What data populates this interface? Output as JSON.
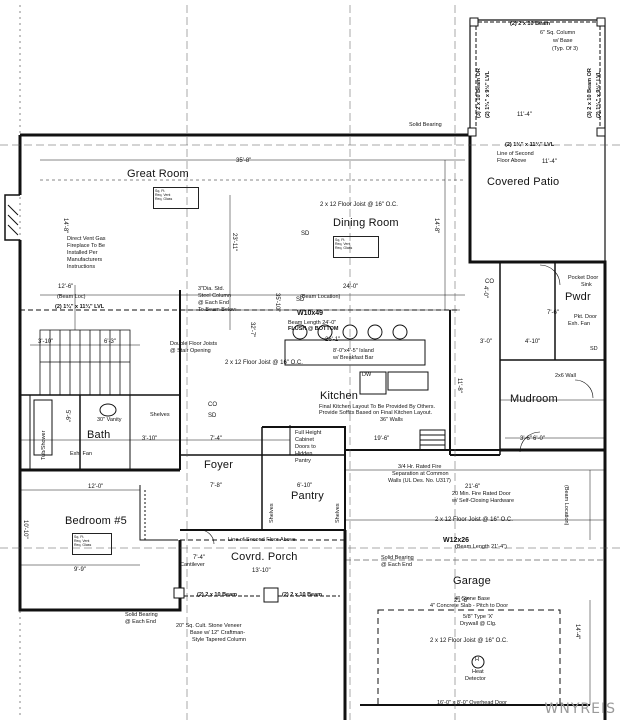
{
  "rooms": {
    "great_room": "Great Room",
    "dining_room": "Dining Room",
    "covered_patio": "Covered Patio",
    "kitchen": "Kitchen",
    "mudroom": "Mudroom",
    "pwdr": "Pwdr",
    "bath": "Bath",
    "foyer": "Foyer",
    "pantry": "Pantry",
    "bedroom5": "Bedroom #5",
    "covrd_porch": "Covrd. Porch",
    "garage": "Garage",
    "sd_1": "SD",
    "sd_2": "SD",
    "sd_3": "SD",
    "co_1": "CO",
    "co_2": "CO"
  },
  "beams": {
    "beam_top_1": "(2) 2 x 10 Beam",
    "beam_top_col": "6\" Sq. Column",
    "beam_top_base": "w/ Base",
    "beam_top_typ": "(Typ. Of 3)",
    "beam_top_or": "(3) 2 x 10 Beam OR",
    "beam_top_or2": "(2) 1³⁄₄\" x 9½\" LVL",
    "lvl_patio": "(2) 1¾\" x 11¾\" LVL",
    "lvl_great": "(2) 1¾\" x 11¾\" LVL",
    "w10x49": "W10x49",
    "beam_length": "Beam Length 24'-0\"",
    "flush_bottom": "FLUSH @ BOTTOM",
    "w12x26": "W12x26",
    "beam_length_2": "(Beam Length 21'-4\")",
    "porch_beam_1": "(2) 2 x 10 Beam",
    "porch_beam_2": "(2) 2 x 10 Beam",
    "beam_loc_1": "(Beam Loc)",
    "beam_loc_2": "(Beam Location)",
    "beam_loc_3": "(Beam Location)"
  },
  "notes": {
    "solid_bearing_top": "Solid Bearing",
    "line_second_floor": "Line of Second",
    "line_second_floor_2": "Floor Above",
    "floor_joist_1": "2 x 12 Floor Joist @ 16\" O.C.",
    "floor_joist_2": "2 x 12 Floor Joist @ 16\" O.C.",
    "floor_joist_3": "2 x 12 Floor Joist @ 16\" O.C.",
    "floor_joist_4": "2 x 12 Floor Joist @ 16\" O.C.",
    "fireplace_1": "Direct Vent Gas",
    "fireplace_2": "Fireplace To Be",
    "fireplace_3": "Installed Per",
    "fireplace_4": "Manufacturers",
    "fireplace_5": "Instructions",
    "steel_col_1": "3\"Dia. Std.",
    "steel_col_2": "Steel Column",
    "steel_col_3": "@ Each End",
    "steel_col_4": "To Beam Below",
    "dbl_joist_1": "Double Floor Joists",
    "dbl_joist_2": "@ Stair Opening",
    "island_1": "8'-0\"x4'-5\" Island",
    "island_2": "w/ Breakfast Bar",
    "kitchen_note_1": "Final Kitchen Layout To Be Provided By Others.",
    "kitchen_note_2": "Provide Soffits Based on Final Kitchen Layout.",
    "kitchen_note_3": "36\" Walls",
    "dw": "DW",
    "shelves_1": "Shelves",
    "shelves_2": "Shelves",
    "shelves_3": "Shelves",
    "full_height_1": "Full Height",
    "full_height_2": "Cabinet",
    "full_height_3": "Doors to",
    "full_height_4": "Hidden",
    "full_height_5": "Pantry",
    "fire_sep_1": "3/4 Hr. Rated Fire",
    "fire_sep_2": "Separation at Common",
    "fire_sep_3": "Walls (UL Des. No. U317)",
    "fire_door_1": "20 Min. Fire Rated Door",
    "fire_door_2": "w/ Self-Closing Hardware",
    "line_second_floor_porch": "Line of Second Floor Above",
    "cantilever": "Cantilever",
    "solid_bearing_porch_1": "Solid Bearing",
    "solid_bearing_porch_2": "@ Each End",
    "solid_bearing_left_1": "Solid Bearing",
    "solid_bearing_left_2": "@ Each End",
    "column_1": "20\" Sq. Cult. Stone Veneer",
    "column_2": "Base w/ 12\" Craftman-",
    "column_3": "Style Tapered Column",
    "stone_base_1": "4\" Stone Base",
    "stone_base_2": "4\" Concrete Slab - Pitch to Door",
    "drywall_1": "5/8\" Type 'X'",
    "drywall_2": "Drywall @ Clg.",
    "heat_1": "Heat",
    "heat_2": "Detector",
    "heat_h": "H",
    "overhead_door": "16'-0\" x 8'-0\" Overhead Door",
    "pocket_door_1": "Pocket Door",
    "pocket_door_2": "Sink",
    "vanity": "30\" Vanity",
    "tub": "Tub/Shower",
    "exh_fan_1": "Exh. Fan",
    "exh_fan_2": "Exh. Fan",
    "two_x_six": "2x6 Wall",
    "pkt_door": "Pkt. Door",
    "smoke_2": "SD"
  },
  "dims": {
    "d_35_8": "35'-8\"",
    "d_11_4a": "11'-4\"",
    "d_11_4b": "11'-4\"",
    "d_14_8": "14'-8\"",
    "d_14_8b": "14'-8\"",
    "d_23_11": "23'-11\"",
    "d_12_6": "12'-6\"",
    "d_24_0": "24'-0\"",
    "d_26_1": "26'-1\"",
    "d_35_10": "35'-10\"",
    "d_32_7": "32'-7\"",
    "d_3_10": "3'-10\"",
    "d_6_3": "6'-3\"",
    "d_4_0": "4'-0\"",
    "d_3_0": "3'-0\"",
    "d_4_10": "4'-10\"",
    "d_7_6": "7'-6\"",
    "d_19_6": "19'-6\"",
    "d_7_4": "7'-4\"",
    "d_3_10b": "3'-10\"",
    "d_5_6": "5'-6\"",
    "d_12_0": "12'-0\"",
    "d_7_8": "7'-8\"",
    "d_6_10": "6'-10\"",
    "d_21_6": "21'-6\"",
    "d_21_8": "21'-8\"",
    "d_9_9": "9'-9\"",
    "d_7_4b": "7'-4\"",
    "d_13_10": "13'-10\"",
    "d_14_4": "14'-4\"",
    "d_11_8": "11'-8\"",
    "d_3_6": "3'-6\"",
    "d_6_0": "6'-0\"",
    "d_10_10": "10'-10\"",
    "d_16_0": "16'-0\""
  },
  "area_boxes": {
    "great": [
      "Sq. Ft.",
      "Req. Vent",
      "Req. Glass"
    ],
    "dining": [
      "Sq. Ft.",
      "Req. Vent",
      "Req. Glass"
    ],
    "bedroom": [
      "Sq. Ft.",
      "Req. Vent",
      "Req. Glass"
    ]
  },
  "watermark": "WNYREIS"
}
